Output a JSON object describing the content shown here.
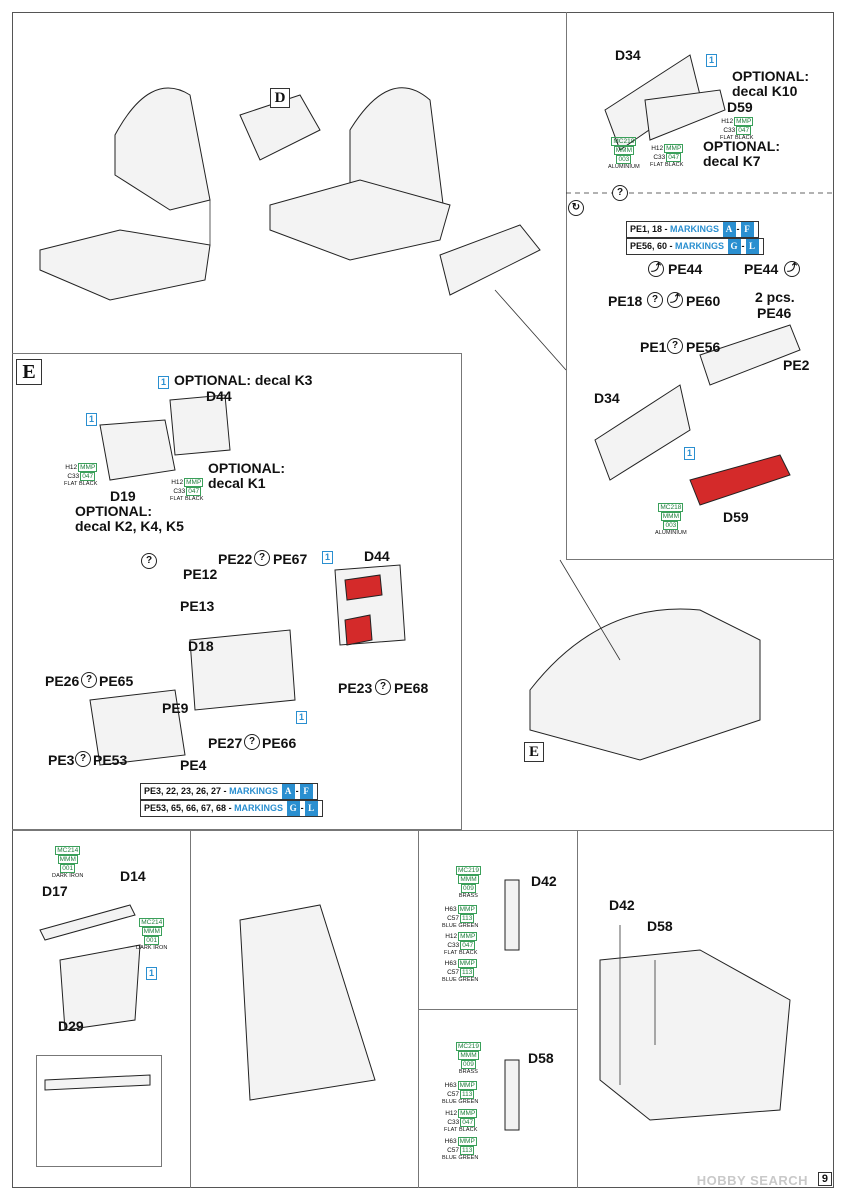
{
  "page_number": "9",
  "watermark": "HOBBY SEARCH",
  "steps": {
    "D": "D",
    "E_main": "E",
    "E_ref": "E"
  },
  "labels": {
    "top_right": {
      "d34": "D34",
      "d59": "D59",
      "opt_k10_a": "OPTIONAL:",
      "opt_k10_b": "decal K10",
      "opt_k7_a": "OPTIONAL:",
      "opt_k7_b": "decal K7",
      "callout": "1"
    },
    "pe_section": {
      "markings1_prefix": "PE1, 18 - ",
      "markings1_word": "MARKINGS",
      "markings1_from": "A",
      "markings1_to": "F",
      "markings2_prefix": "PE56, 60 - ",
      "markings2_word": "MARKINGS",
      "markings2_from": "G",
      "markings2_to": "L",
      "pe44_left": "PE44",
      "pe44_right": "PE44",
      "pe18": "PE18",
      "pe60": "PE60",
      "two_pcs": "2 pcs.",
      "pe46": "PE46",
      "pe1": "PE1",
      "pe56": "PE56",
      "pe2": "PE2",
      "d34": "D34",
      "d59": "D59",
      "callout": "1"
    },
    "panel_e": {
      "opt_k3": "OPTIONAL: decal K3",
      "d44_a": "D44",
      "opt_k1_a": "OPTIONAL:",
      "opt_k1_b": "decal K1",
      "d19": "D19",
      "opt_k245_a": "OPTIONAL:",
      "opt_k245_b": "decal K2, K4, K5",
      "pe22": "PE22",
      "pe67": "PE67",
      "d44_b": "D44",
      "pe12": "PE12",
      "pe13": "PE13",
      "d18": "D18",
      "pe26": "PE26",
      "pe65": "PE65",
      "pe9": "PE9",
      "pe23": "PE23",
      "pe68": "PE68",
      "pe27": "PE27",
      "pe66": "PE66",
      "pe3": "PE3",
      "pe53": "PE53",
      "pe4": "PE4",
      "markings1_prefix": "PE3, 22, 23, 26, 27 - ",
      "markings1_word": "MARKINGS",
      "markings1_from": "A",
      "markings1_to": "F",
      "markings2_prefix": "PE53, 65, 66, 67, 68 - ",
      "markings2_word": "MARKINGS",
      "markings2_from": "G",
      "markings2_to": "L",
      "callout": "1"
    },
    "bottom": {
      "d17": "D17",
      "d14": "D14",
      "d29": "D29",
      "d42_a": "D42",
      "d58_a": "D58",
      "d42_b": "D42",
      "d58_b": "D58",
      "callout": "1"
    }
  },
  "paints": {
    "h12_flat_black": {
      "h": "H12",
      "mmp": "MMP",
      "c": "C33",
      "code": "047",
      "name": "FLAT BLACK"
    },
    "mc218_aluminium": {
      "mc": "MC218",
      "mmm": "MMM",
      "code": "003",
      "name": "ALUMINIUM"
    },
    "mc214_dark_iron": {
      "mc": "MC214",
      "mmm": "MMM",
      "code": "001",
      "name": "DARK IRON"
    },
    "mc219_brass": {
      "mc": "MC219",
      "mmm": "MMM",
      "code": "009",
      "name": "BRASS"
    },
    "h63_blue_green": {
      "h": "H63",
      "mmp": "MMP",
      "c": "C57",
      "code": "113",
      "name": "BLUE GREEN"
    }
  },
  "colors": {
    "callout_blue": "#2a8fd0",
    "paint_green": "#3aa05a",
    "pe_red": "#d42a2a"
  }
}
